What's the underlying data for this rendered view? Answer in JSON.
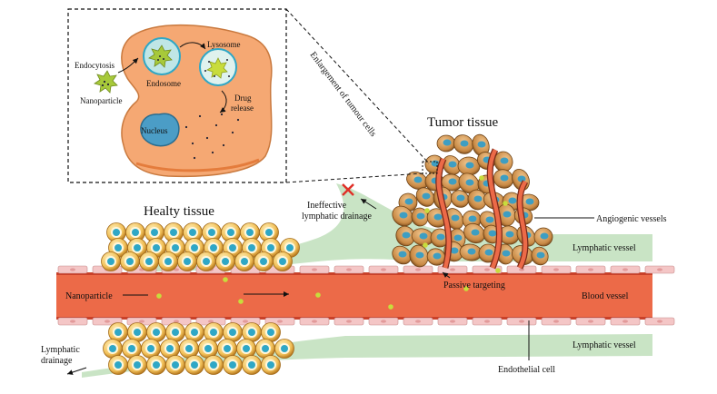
{
  "labels": {
    "tumor_tissue": "Tumor tissue",
    "healty_tissue": "Healty tissue",
    "enlargement": "Enlargement of tumour cells",
    "endocytosis": "Endocytosis",
    "nanoparticle_inset": "Nanoparticle",
    "endosome": "Endosome",
    "lysosome": "Lysosome",
    "drug_release_1": "Drug",
    "drug_release_2": "release",
    "nucleus": "Nucleus",
    "ineffective_1": "Ineffective",
    "ineffective_2": "lymphatic drainage",
    "angiogenic": "Angiogenic vessels",
    "lymphatic_vessel_top": "Lymphatic vessel",
    "nanoparticle_vessel": "Nanoparticle",
    "passive_targeting": "Passive targeting",
    "blood_vessel": "Blood vessel",
    "lymphatic_vessel_bottom": "Lymphatic vessel",
    "lymphatic_drainage_1": "Lymphatic",
    "lymphatic_drainage_2": "drainage",
    "endothelial_cell": "Endothelial cell"
  },
  "colors": {
    "blood": "#ec6a48",
    "blood_edge": "#c9412a",
    "endothelial": "#f4c6c6",
    "lymph": "#c9e4c5",
    "cell_outer": "#f2c15a",
    "cell_nucleus": "#2fa7c6",
    "tumor_cell": "#d39a55",
    "tumor_nucleus": "#3e9ec2",
    "inset_cell": "#f5a873",
    "nanoparticle": "#c8dc3c",
    "cross": "#e03028"
  }
}
